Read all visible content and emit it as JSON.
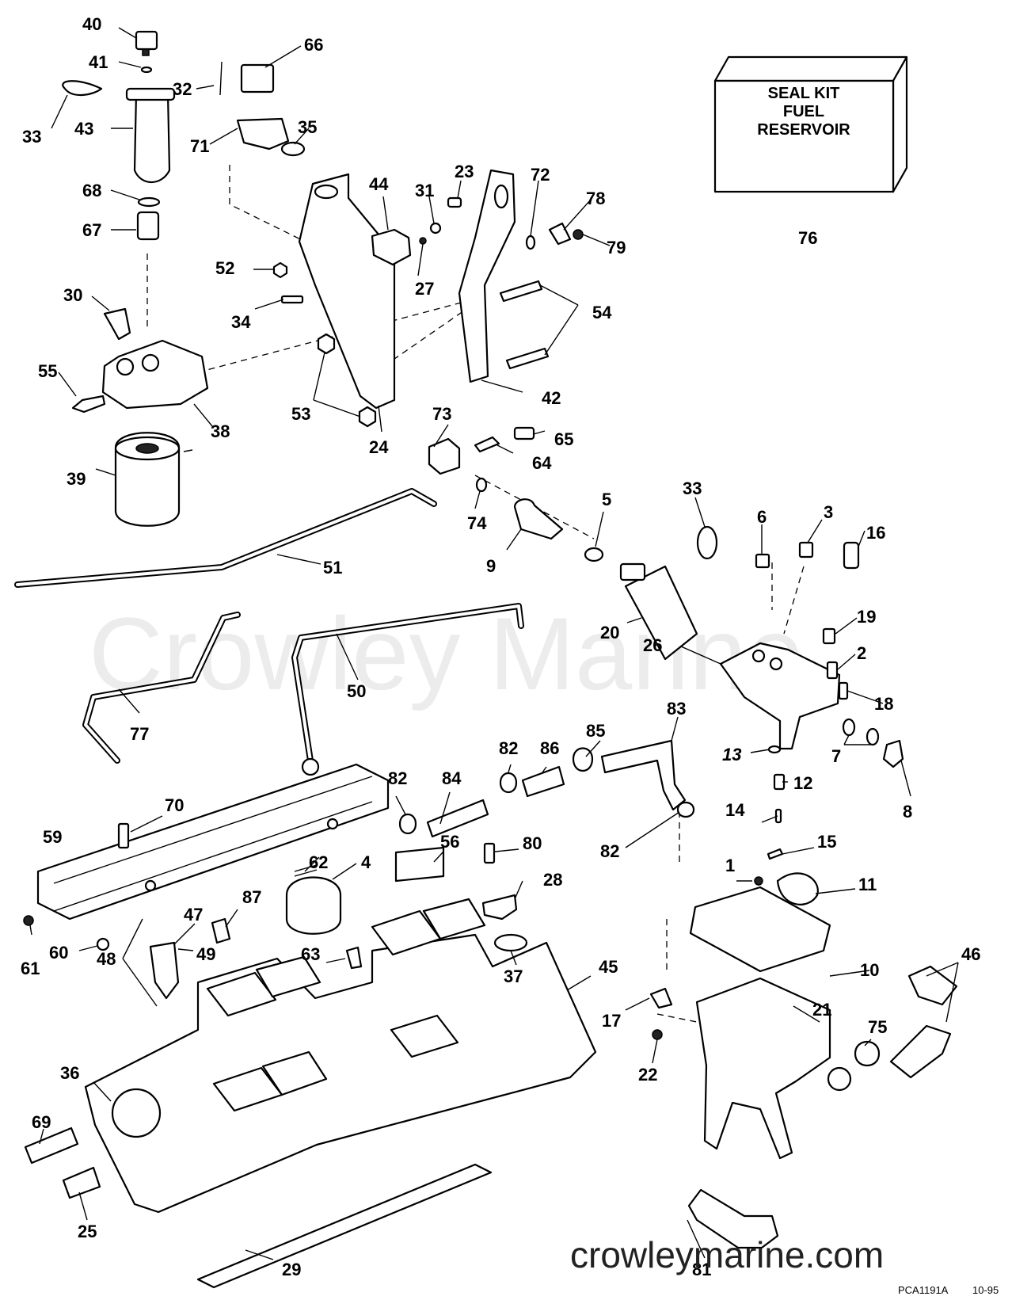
{
  "watermark": "Crowley Marine",
  "website": "crowleymarine.com",
  "drawing_code": "PCA1191A",
  "drawing_date": "10-95",
  "seal_kit": {
    "number": "76",
    "lines": [
      "SEAL KIT",
      "FUEL",
      "RESERVOIR"
    ]
  },
  "callouts": [
    {
      "id": "40",
      "n": "40"
    },
    {
      "id": "41",
      "n": "41"
    },
    {
      "id": "33a",
      "n": "33"
    },
    {
      "id": "43",
      "n": "43"
    },
    {
      "id": "68",
      "n": "68"
    },
    {
      "id": "67",
      "n": "67"
    },
    {
      "id": "30",
      "n": "30"
    },
    {
      "id": "55",
      "n": "55"
    },
    {
      "id": "38",
      "n": "38"
    },
    {
      "id": "39",
      "n": "39"
    },
    {
      "id": "32",
      "n": "32"
    },
    {
      "id": "66",
      "n": "66"
    },
    {
      "id": "71",
      "n": "71"
    },
    {
      "id": "35",
      "n": "35"
    },
    {
      "id": "44",
      "n": "44"
    },
    {
      "id": "31",
      "n": "31"
    },
    {
      "id": "23",
      "n": "23"
    },
    {
      "id": "72",
      "n": "72"
    },
    {
      "id": "78",
      "n": "78"
    },
    {
      "id": "79",
      "n": "79"
    },
    {
      "id": "52",
      "n": "52"
    },
    {
      "id": "27",
      "n": "27"
    },
    {
      "id": "34",
      "n": "34"
    },
    {
      "id": "54",
      "n": "54"
    },
    {
      "id": "53",
      "n": "53"
    },
    {
      "id": "42",
      "n": "42"
    },
    {
      "id": "24",
      "n": "24"
    },
    {
      "id": "73",
      "n": "73"
    },
    {
      "id": "65",
      "n": "65"
    },
    {
      "id": "64",
      "n": "64"
    },
    {
      "id": "74",
      "n": "74"
    },
    {
      "id": "9",
      "n": "9"
    },
    {
      "id": "5",
      "n": "5"
    },
    {
      "id": "33b",
      "n": "33"
    },
    {
      "id": "6",
      "n": "6"
    },
    {
      "id": "3",
      "n": "3"
    },
    {
      "id": "16",
      "n": "16"
    },
    {
      "id": "51",
      "n": "51"
    },
    {
      "id": "20",
      "n": "20"
    },
    {
      "id": "19",
      "n": "19"
    },
    {
      "id": "26",
      "n": "26"
    },
    {
      "id": "2",
      "n": "2"
    },
    {
      "id": "18",
      "n": "18"
    },
    {
      "id": "50",
      "n": "50"
    },
    {
      "id": "77",
      "n": "77"
    },
    {
      "id": "83",
      "n": "83"
    },
    {
      "id": "85",
      "n": "85"
    },
    {
      "id": "82a",
      "n": "82"
    },
    {
      "id": "86",
      "n": "86"
    },
    {
      "id": "82b",
      "n": "82"
    },
    {
      "id": "84",
      "n": "84"
    },
    {
      "id": "13",
      "n": "13"
    },
    {
      "id": "7",
      "n": "7"
    },
    {
      "id": "12",
      "n": "12"
    },
    {
      "id": "8",
      "n": "8"
    },
    {
      "id": "70",
      "n": "70"
    },
    {
      "id": "14",
      "n": "14"
    },
    {
      "id": "59",
      "n": "59"
    },
    {
      "id": "82c",
      "n": "82"
    },
    {
      "id": "80",
      "n": "80"
    },
    {
      "id": "15",
      "n": "15"
    },
    {
      "id": "56",
      "n": "56"
    },
    {
      "id": "62",
      "n": "62"
    },
    {
      "id": "4",
      "n": "4"
    },
    {
      "id": "28",
      "n": "28"
    },
    {
      "id": "1",
      "n": "1"
    },
    {
      "id": "11",
      "n": "11"
    },
    {
      "id": "87",
      "n": "87"
    },
    {
      "id": "47",
      "n": "47"
    },
    {
      "id": "61",
      "n": "61"
    },
    {
      "id": "60",
      "n": "60"
    },
    {
      "id": "48",
      "n": "48"
    },
    {
      "id": "49",
      "n": "49"
    },
    {
      "id": "63",
      "n": "63"
    },
    {
      "id": "37",
      "n": "37"
    },
    {
      "id": "10",
      "n": "10"
    },
    {
      "id": "45",
      "n": "45"
    },
    {
      "id": "46",
      "n": "46"
    },
    {
      "id": "17",
      "n": "17"
    },
    {
      "id": "21",
      "n": "21"
    },
    {
      "id": "75",
      "n": "75"
    },
    {
      "id": "36",
      "n": "36"
    },
    {
      "id": "22",
      "n": "22"
    },
    {
      "id": "69",
      "n": "69"
    },
    {
      "id": "25",
      "n": "25"
    },
    {
      "id": "81",
      "n": "81"
    },
    {
      "id": "29",
      "n": "29"
    }
  ]
}
